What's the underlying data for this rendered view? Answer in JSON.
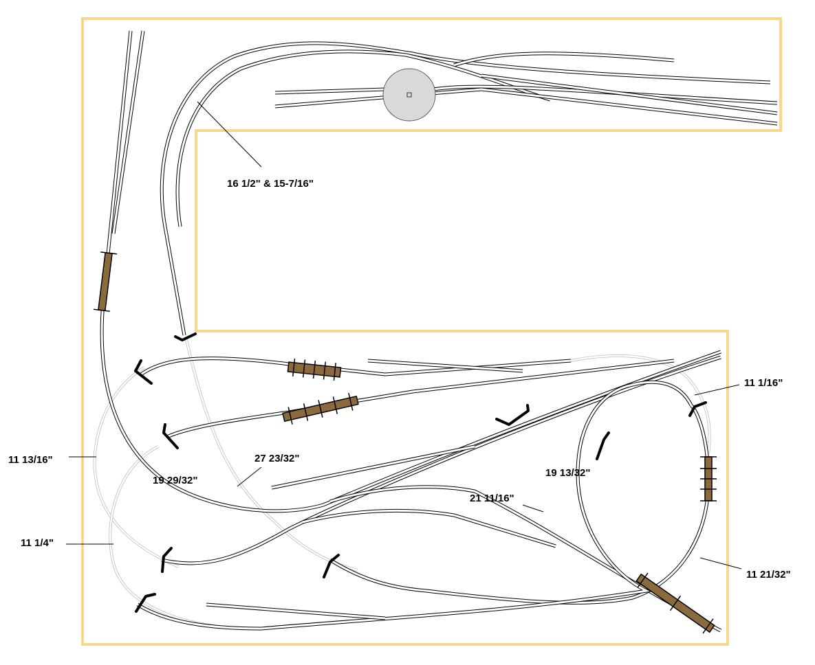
{
  "title": "Layout track plan",
  "colors": {
    "benchwork": "#F9D78A",
    "bridge": "#8B6B3D",
    "turntable": "#D9D9D9",
    "hidden_track": "#BDBDBD"
  },
  "labels": {
    "helix_radius": "16 1/2\" & 15-7/16\"",
    "right_loop_outer": "11 1/16\"",
    "left_loop_upper": "11 13/16\"",
    "center_curve": "27 23/32\"",
    "left_main_curve": "19 29/32\"",
    "right_loop_inner": "19 13/32\"",
    "center_lower_curve": "21 11/16\"",
    "left_loop_lower": "11 1/4\"",
    "right_loop_lower": "11 21/32\""
  }
}
